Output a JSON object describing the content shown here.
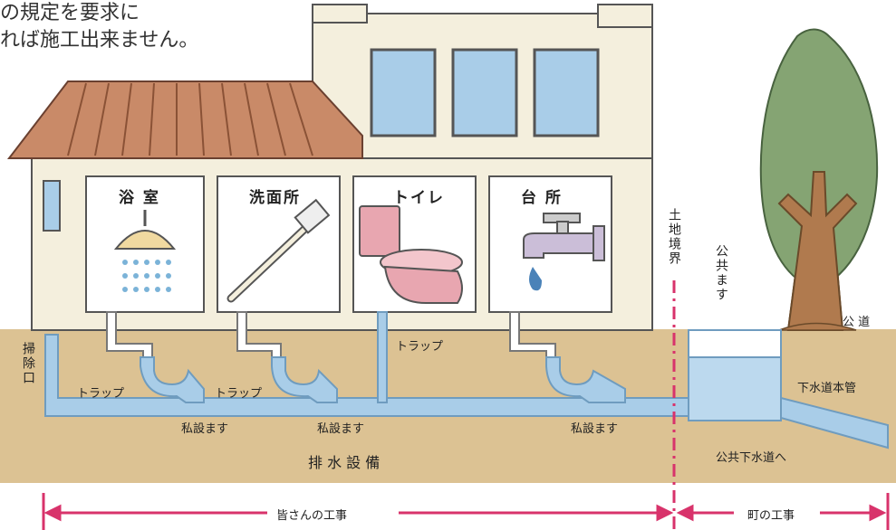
{
  "header": {
    "line1": "の規定を要求に",
    "line2": "れば施工出来ません。"
  },
  "rooms": {
    "bath": "浴 室",
    "washroom": "洗面所",
    "toilet": "トイレ",
    "kitchen": "台 所"
  },
  "labels": {
    "cleanout": "掃除口",
    "trap_bath": "トラップ",
    "trap_wash": "トラップ",
    "trap_toilet": "トラップ",
    "private_box_1": "私設ます",
    "private_box_2": "私設ます",
    "private_box_3": "私設ます",
    "drainage": "排 水 設 備",
    "boundary": "土地境界",
    "public_box": "公共ます",
    "public_road": "公 道",
    "main_sewer": "下水道本管",
    "to_public_sewer": "公共下水道へ",
    "your_work": "皆さんの工事",
    "town_work": "町の工事"
  },
  "colors": {
    "ground": "#dcc293",
    "pipe": "#a9cde8",
    "pipe_outline": "#6f9cbf",
    "wall": "#f4efdd",
    "roof": "#c98a68",
    "boundary_line": "#d8336b",
    "tree_green": "#7fa06c",
    "tree_trunk": "#b07a4e",
    "window": "#a9cde8",
    "toilet": "#e8a6b0"
  }
}
